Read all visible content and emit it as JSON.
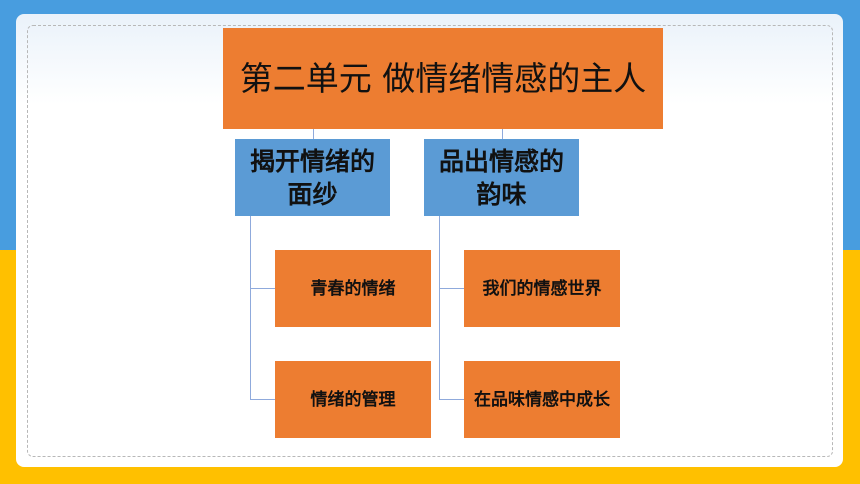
{
  "colors": {
    "background_top": "#489ddf",
    "background_bottom": "#ffc000",
    "root_fill": "#ed7d31",
    "branch_fill": "#5b9bd5",
    "leaf_fill": "#ed7d31",
    "connector": "#8faadc"
  },
  "diagram": {
    "root": {
      "label": "第二单元 做情绪情感的主人"
    },
    "branches": [
      {
        "label": "揭开情绪的面纱",
        "children": [
          {
            "label": "青春的情绪"
          },
          {
            "label": "情绪的管理"
          }
        ]
      },
      {
        "label": "品出情感的韵味",
        "children": [
          {
            "label": "我们的情感世界"
          },
          {
            "label": "在品味情感中成长"
          }
        ]
      }
    ]
  }
}
